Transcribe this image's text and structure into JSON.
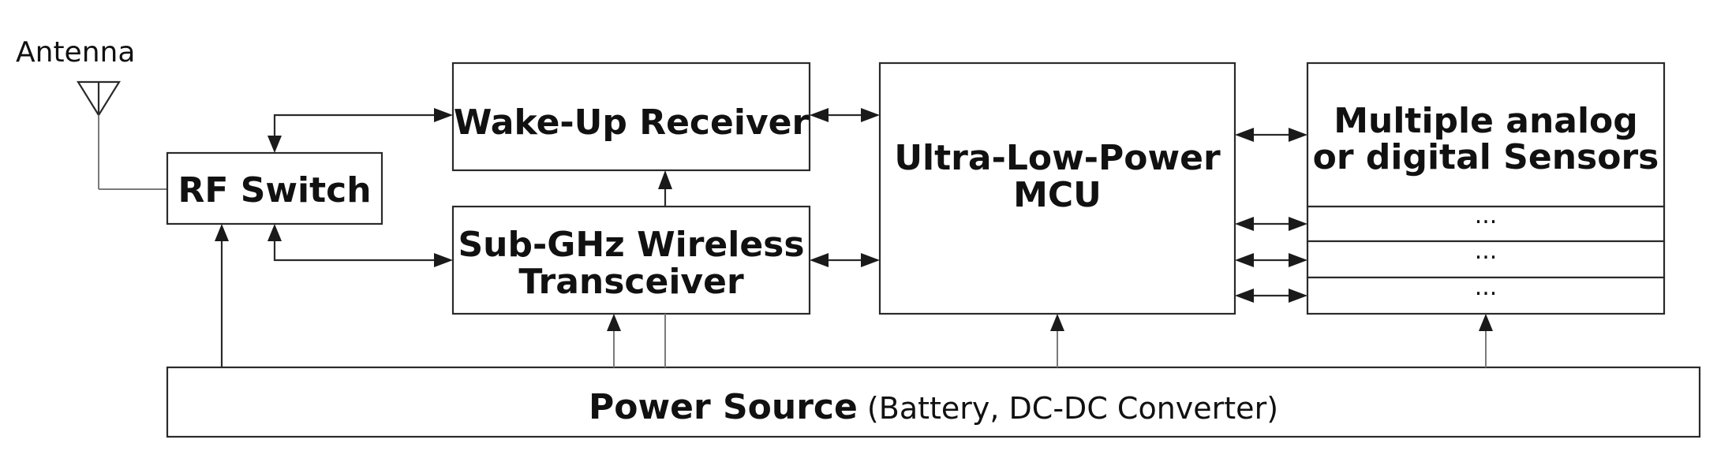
{
  "antenna": {
    "label": "Antenna"
  },
  "blocks": {
    "rf_switch": "RF Switch",
    "wakeup_receiver": "Wake-Up Receiver",
    "transceiver": [
      "Sub-GHz Wireless",
      "Transceiver"
    ],
    "mcu": [
      "Ultra-Low-Power",
      "MCU"
    ],
    "sensors": [
      "Multiple analog",
      "or digital Sensors"
    ],
    "sensor_slots": [
      "...",
      "...",
      "..."
    ]
  },
  "power_source": {
    "bold": "Power Source",
    "detail": " (Battery, DC-DC Converter)"
  }
}
